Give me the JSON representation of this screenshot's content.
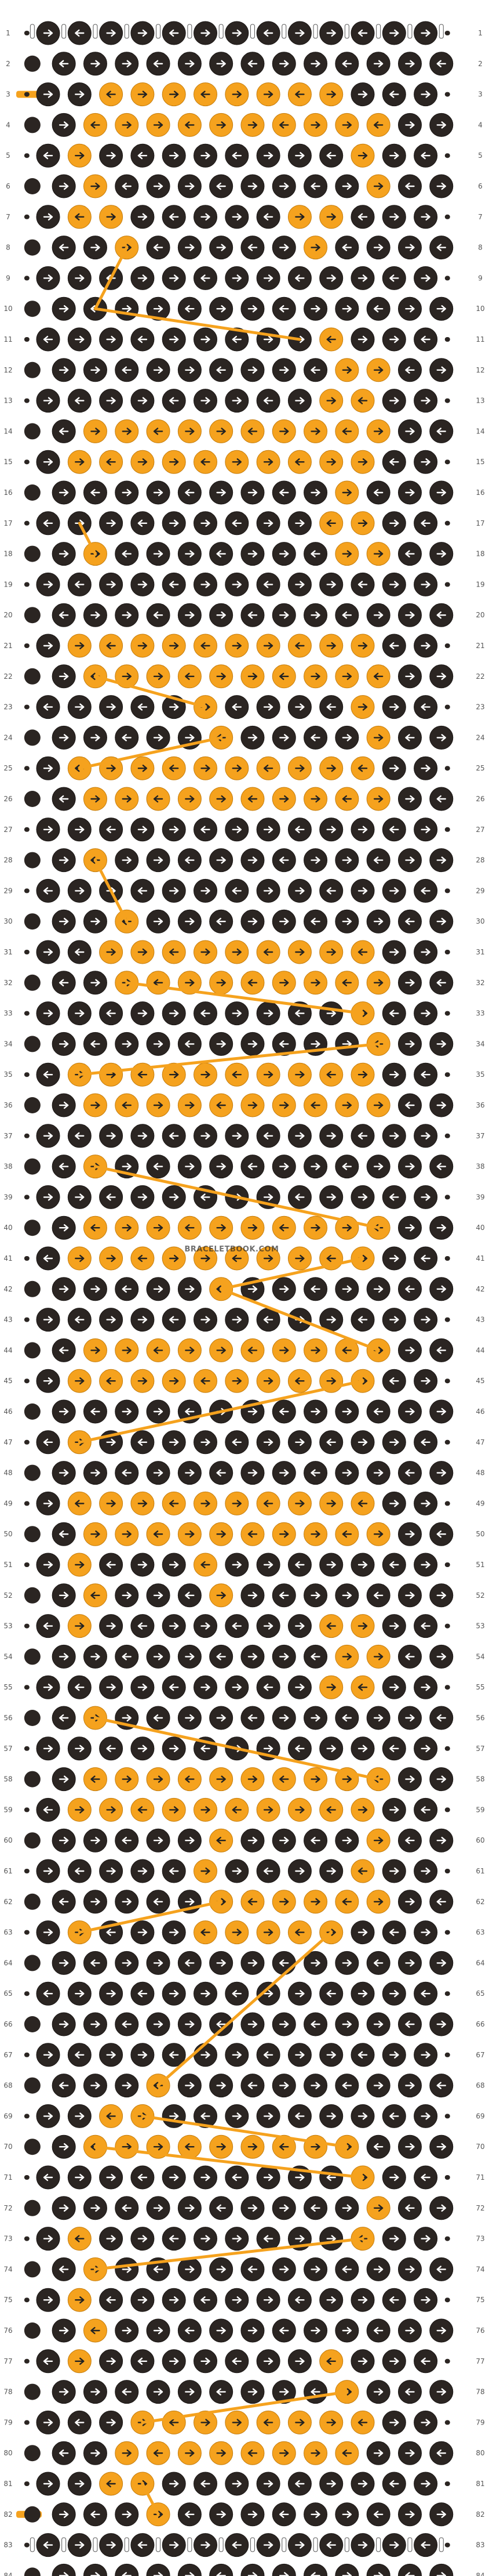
{
  "pattern": {
    "rows": 84,
    "knots_per_row": 13,
    "watermark": "BRACELETBOOK.COM",
    "colors": {
      "dark": "#2b2522",
      "orange": "#f5a21e",
      "background": "#ffffff"
    },
    "orange_knots": [
      [
        3,
        3
      ],
      [
        3,
        4
      ],
      [
        3,
        5
      ],
      [
        3,
        6
      ],
      [
        3,
        7
      ],
      [
        3,
        8
      ],
      [
        3,
        9
      ],
      [
        3,
        10
      ],
      [
        4,
        2
      ],
      [
        4,
        3
      ],
      [
        4,
        4
      ],
      [
        4,
        5
      ],
      [
        4,
        6
      ],
      [
        4,
        7
      ],
      [
        4,
        8
      ],
      [
        4,
        9
      ],
      [
        4,
        10
      ],
      [
        4,
        11
      ],
      [
        5,
        2
      ],
      [
        5,
        11
      ],
      [
        6,
        2
      ],
      [
        6,
        11
      ],
      [
        7,
        2
      ],
      [
        7,
        3
      ],
      [
        7,
        9
      ],
      [
        7,
        10
      ],
      [
        8,
        3
      ],
      [
        8,
        9
      ],
      [
        11,
        10
      ],
      [
        12,
        10
      ],
      [
        12,
        11
      ],
      [
        13,
        10
      ],
      [
        13,
        11
      ],
      [
        14,
        2
      ],
      [
        14,
        3
      ],
      [
        14,
        4
      ],
      [
        14,
        5
      ],
      [
        14,
        6
      ],
      [
        14,
        7
      ],
      [
        14,
        8
      ],
      [
        14,
        9
      ],
      [
        14,
        10
      ],
      [
        14,
        11
      ],
      [
        15,
        2
      ],
      [
        15,
        3
      ],
      [
        15,
        4
      ],
      [
        15,
        5
      ],
      [
        15,
        6
      ],
      [
        15,
        7
      ],
      [
        15,
        8
      ],
      [
        15,
        9
      ],
      [
        15,
        10
      ],
      [
        15,
        11
      ],
      [
        16,
        10
      ],
      [
        17,
        10
      ],
      [
        17,
        11
      ],
      [
        18,
        2
      ],
      [
        18,
        10
      ],
      [
        18,
        11
      ],
      [
        21,
        2
      ],
      [
        21,
        3
      ],
      [
        21,
        4
      ],
      [
        21,
        5
      ],
      [
        21,
        6
      ],
      [
        21,
        7
      ],
      [
        21,
        8
      ],
      [
        21,
        9
      ],
      [
        21,
        10
      ],
      [
        21,
        11
      ],
      [
        22,
        2
      ],
      [
        22,
        3
      ],
      [
        22,
        4
      ],
      [
        22,
        5
      ],
      [
        22,
        6
      ],
      [
        22,
        7
      ],
      [
        22,
        8
      ],
      [
        22,
        9
      ],
      [
        22,
        10
      ],
      [
        22,
        11
      ],
      [
        23,
        6
      ],
      [
        23,
        11
      ],
      [
        24,
        6
      ],
      [
        24,
        11
      ],
      [
        25,
        2
      ],
      [
        25,
        3
      ],
      [
        25,
        4
      ],
      [
        25,
        5
      ],
      [
        25,
        6
      ],
      [
        25,
        7
      ],
      [
        25,
        8
      ],
      [
        25,
        9
      ],
      [
        25,
        10
      ],
      [
        25,
        11
      ],
      [
        26,
        2
      ],
      [
        26,
        3
      ],
      [
        26,
        4
      ],
      [
        26,
        5
      ],
      [
        26,
        6
      ],
      [
        26,
        7
      ],
      [
        26,
        8
      ],
      [
        26,
        9
      ],
      [
        26,
        10
      ],
      [
        26,
        11
      ],
      [
        28,
        2
      ],
      [
        30,
        3
      ],
      [
        31,
        3
      ],
      [
        31,
        4
      ],
      [
        31,
        5
      ],
      [
        31,
        6
      ],
      [
        31,
        7
      ],
      [
        31,
        8
      ],
      [
        31,
        9
      ],
      [
        31,
        10
      ],
      [
        31,
        11
      ],
      [
        32,
        3
      ],
      [
        32,
        4
      ],
      [
        32,
        5
      ],
      [
        32,
        6
      ],
      [
        32,
        7
      ],
      [
        32,
        8
      ],
      [
        32,
        9
      ],
      [
        32,
        10
      ],
      [
        32,
        11
      ],
      [
        33,
        11
      ],
      [
        34,
        11
      ],
      [
        35,
        2
      ],
      [
        35,
        3
      ],
      [
        35,
        4
      ],
      [
        35,
        5
      ],
      [
        35,
        6
      ],
      [
        35,
        7
      ],
      [
        35,
        8
      ],
      [
        35,
        9
      ],
      [
        35,
        10
      ],
      [
        35,
        11
      ],
      [
        36,
        2
      ],
      [
        36,
        3
      ],
      [
        36,
        4
      ],
      [
        36,
        5
      ],
      [
        36,
        6
      ],
      [
        36,
        7
      ],
      [
        36,
        8
      ],
      [
        36,
        9
      ],
      [
        36,
        10
      ],
      [
        36,
        11
      ],
      [
        38,
        2
      ],
      [
        40,
        2
      ],
      [
        40,
        3
      ],
      [
        40,
        4
      ],
      [
        40,
        5
      ],
      [
        40,
        6
      ],
      [
        40,
        7
      ],
      [
        40,
        8
      ],
      [
        40,
        9
      ],
      [
        40,
        10
      ],
      [
        40,
        11
      ],
      [
        41,
        2
      ],
      [
        41,
        3
      ],
      [
        41,
        4
      ],
      [
        41,
        5
      ],
      [
        41,
        6
      ],
      [
        41,
        7
      ],
      [
        41,
        8
      ],
      [
        41,
        9
      ],
      [
        41,
        10
      ],
      [
        41,
        11
      ],
      [
        42,
        6
      ],
      [
        44,
        2
      ],
      [
        44,
        3
      ],
      [
        44,
        4
      ],
      [
        44,
        5
      ],
      [
        44,
        6
      ],
      [
        44,
        7
      ],
      [
        44,
        8
      ],
      [
        44,
        9
      ],
      [
        44,
        10
      ],
      [
        44,
        11
      ],
      [
        45,
        2
      ],
      [
        45,
        3
      ],
      [
        45,
        4
      ],
      [
        45,
        5
      ],
      [
        45,
        6
      ],
      [
        45,
        7
      ],
      [
        45,
        8
      ],
      [
        45,
        9
      ],
      [
        45,
        10
      ],
      [
        45,
        11
      ],
      [
        47,
        2
      ],
      [
        49,
        2
      ],
      [
        49,
        3
      ],
      [
        49,
        4
      ],
      [
        49,
        5
      ],
      [
        49,
        6
      ],
      [
        49,
        7
      ],
      [
        49,
        8
      ],
      [
        49,
        9
      ],
      [
        49,
        10
      ],
      [
        49,
        11
      ],
      [
        50,
        2
      ],
      [
        50,
        3
      ],
      [
        50,
        4
      ],
      [
        50,
        5
      ],
      [
        50,
        6
      ],
      [
        50,
        7
      ],
      [
        50,
        8
      ],
      [
        50,
        9
      ],
      [
        50,
        10
      ],
      [
        50,
        11
      ],
      [
        51,
        2
      ],
      [
        51,
        6
      ],
      [
        52,
        2
      ],
      [
        52,
        6
      ],
      [
        53,
        2
      ],
      [
        53,
        10
      ],
      [
        53,
        11
      ],
      [
        54,
        10
      ],
      [
        54,
        11
      ],
      [
        55,
        10
      ],
      [
        55,
        11
      ],
      [
        56,
        2
      ],
      [
        58,
        2
      ],
      [
        58,
        3
      ],
      [
        58,
        4
      ],
      [
        58,
        5
      ],
      [
        58,
        6
      ],
      [
        58,
        7
      ],
      [
        58,
        8
      ],
      [
        58,
        9
      ],
      [
        58,
        10
      ],
      [
        58,
        11
      ],
      [
        59,
        2
      ],
      [
        59,
        3
      ],
      [
        59,
        4
      ],
      [
        59,
        5
      ],
      [
        59,
        6
      ],
      [
        59,
        7
      ],
      [
        59,
        8
      ],
      [
        59,
        9
      ],
      [
        59,
        10
      ],
      [
        59,
        11
      ],
      [
        60,
        6
      ],
      [
        60,
        11
      ],
      [
        61,
        6
      ],
      [
        61,
        11
      ],
      [
        62,
        6
      ],
      [
        62,
        7
      ],
      [
        62,
        8
      ],
      [
        62,
        9
      ],
      [
        62,
        10
      ],
      [
        62,
        11
      ],
      [
        63,
        2
      ],
      [
        63,
        6
      ],
      [
        63,
        7
      ],
      [
        63,
        8
      ],
      [
        63,
        9
      ],
      [
        63,
        10
      ],
      [
        68,
        4
      ],
      [
        69,
        3
      ],
      [
        69,
        4
      ],
      [
        70,
        2
      ],
      [
        70,
        3
      ],
      [
        70,
        4
      ],
      [
        70,
        5
      ],
      [
        70,
        6
      ],
      [
        70,
        7
      ],
      [
        70,
        8
      ],
      [
        70,
        9
      ],
      [
        70,
        10
      ],
      [
        71,
        11
      ],
      [
        72,
        11
      ],
      [
        73,
        2
      ],
      [
        73,
        11
      ],
      [
        74,
        2
      ],
      [
        75,
        2
      ],
      [
        76,
        2
      ],
      [
        77,
        2
      ],
      [
        77,
        10
      ],
      [
        78,
        10
      ],
      [
        79,
        4
      ],
      [
        79,
        5
      ],
      [
        79,
        6
      ],
      [
        79,
        7
      ],
      [
        79,
        8
      ],
      [
        79,
        9
      ],
      [
        79,
        10
      ],
      [
        79,
        11
      ],
      [
        80,
        3
      ],
      [
        80,
        4
      ],
      [
        80,
        5
      ],
      [
        80,
        6
      ],
      [
        80,
        7
      ],
      [
        80,
        8
      ],
      [
        80,
        9
      ],
      [
        80,
        10
      ],
      [
        81,
        3
      ],
      [
        81,
        4
      ],
      [
        82,
        4
      ]
    ],
    "leading_threads": [
      {
        "row": 3,
        "color": "orange"
      },
      {
        "row": 82,
        "color": "orange"
      }
    ],
    "connectors": [
      [
        8,
        3,
        10,
        2
      ],
      [
        10,
        2,
        11,
        9
      ],
      [
        18,
        2,
        17,
        2
      ],
      [
        22,
        2,
        23,
        6
      ],
      [
        24,
        6,
        25,
        2
      ],
      [
        28,
        2,
        30,
        3
      ],
      [
        32,
        3,
        33,
        11
      ],
      [
        34,
        11,
        35,
        2
      ],
      [
        38,
        2,
        40,
        11
      ],
      [
        41,
        11,
        42,
        6
      ],
      [
        42,
        6,
        44,
        11
      ],
      [
        45,
        11,
        47,
        2
      ],
      [
        56,
        2,
        58,
        11
      ],
      [
        63,
        2,
        62,
        6
      ],
      [
        63,
        10,
        68,
        4
      ],
      [
        69,
        4,
        70,
        10
      ],
      [
        70,
        2,
        71,
        11
      ],
      [
        73,
        11,
        74,
        2
      ],
      [
        78,
        10,
        79,
        4
      ],
      [
        81,
        4,
        82,
        4
      ]
    ]
  }
}
